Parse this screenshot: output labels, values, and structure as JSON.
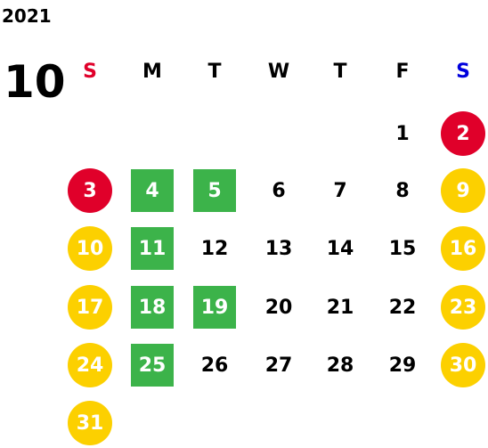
{
  "calendar": {
    "year": "2021",
    "month": "10",
    "weekdays": [
      {
        "label": "S",
        "color": "#e0002a"
      },
      {
        "label": "M",
        "color": "#000000"
      },
      {
        "label": "T",
        "color": "#000000"
      },
      {
        "label": "W",
        "color": "#000000"
      },
      {
        "label": "T",
        "color": "#000000"
      },
      {
        "label": "F",
        "color": "#000000"
      },
      {
        "label": "S",
        "color": "#0000dd"
      }
    ],
    "days": [
      {
        "label": "1",
        "mark": "none"
      },
      {
        "label": "2",
        "mark": "red"
      },
      {
        "label": "3",
        "mark": "red"
      },
      {
        "label": "4",
        "mark": "green"
      },
      {
        "label": "5",
        "mark": "green"
      },
      {
        "label": "6",
        "mark": "none"
      },
      {
        "label": "7",
        "mark": "none"
      },
      {
        "label": "8",
        "mark": "none"
      },
      {
        "label": "9",
        "mark": "yellow"
      },
      {
        "label": "10",
        "mark": "yellow"
      },
      {
        "label": "11",
        "mark": "green"
      },
      {
        "label": "12",
        "mark": "none"
      },
      {
        "label": "13",
        "mark": "none"
      },
      {
        "label": "14",
        "mark": "none"
      },
      {
        "label": "15",
        "mark": "none"
      },
      {
        "label": "16",
        "mark": "yellow"
      },
      {
        "label": "17",
        "mark": "yellow"
      },
      {
        "label": "18",
        "mark": "green"
      },
      {
        "label": "19",
        "mark": "green"
      },
      {
        "label": "20",
        "mark": "none"
      },
      {
        "label": "21",
        "mark": "none"
      },
      {
        "label": "22",
        "mark": "none"
      },
      {
        "label": "23",
        "mark": "yellow"
      },
      {
        "label": "24",
        "mark": "yellow"
      },
      {
        "label": "25",
        "mark": "green"
      },
      {
        "label": "26",
        "mark": "none"
      },
      {
        "label": "27",
        "mark": "none"
      },
      {
        "label": "28",
        "mark": "none"
      },
      {
        "label": "29",
        "mark": "none"
      },
      {
        "label": "30",
        "mark": "yellow"
      },
      {
        "label": "31",
        "mark": "yellow"
      }
    ],
    "colors": {
      "red": "#e0002a",
      "yellow": "#fcd000",
      "green": "#3cb34a"
    }
  }
}
